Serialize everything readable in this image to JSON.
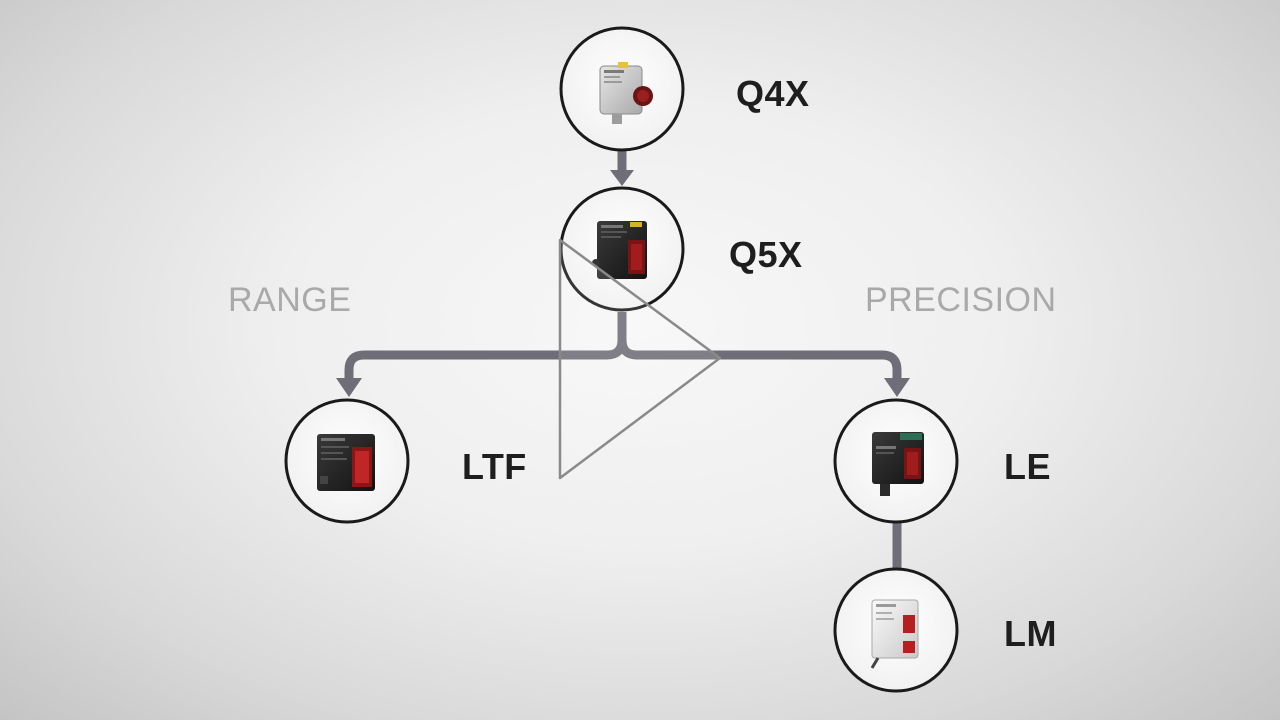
{
  "diagram": {
    "nodes": {
      "q4x": {
        "label": "Q4X",
        "icon": "q4x-sensor-icon"
      },
      "q5x": {
        "label": "Q5X",
        "icon": "q5x-sensor-icon"
      },
      "ltf": {
        "label": "LTF",
        "icon": "ltf-sensor-icon"
      },
      "le": {
        "label": "LE",
        "icon": "le-sensor-icon"
      },
      "lm": {
        "label": "LM",
        "icon": "lm-sensor-icon"
      }
    },
    "branches": {
      "left_label": "RANGE",
      "right_label": "PRECISION"
    },
    "edges": [
      [
        "q4x",
        "q5x"
      ],
      [
        "q5x",
        "ltf"
      ],
      [
        "q5x",
        "le"
      ],
      [
        "le",
        "lm"
      ]
    ]
  },
  "colors": {
    "connector": "#6f6e78",
    "node_border": "#1a1a1a",
    "node_fill": "#ffffff",
    "label": "#1e1e1e",
    "branch_label": "#a9a9a9",
    "play_overlay": "#8a8a8a"
  },
  "overlay": {
    "icon": "play-icon"
  }
}
